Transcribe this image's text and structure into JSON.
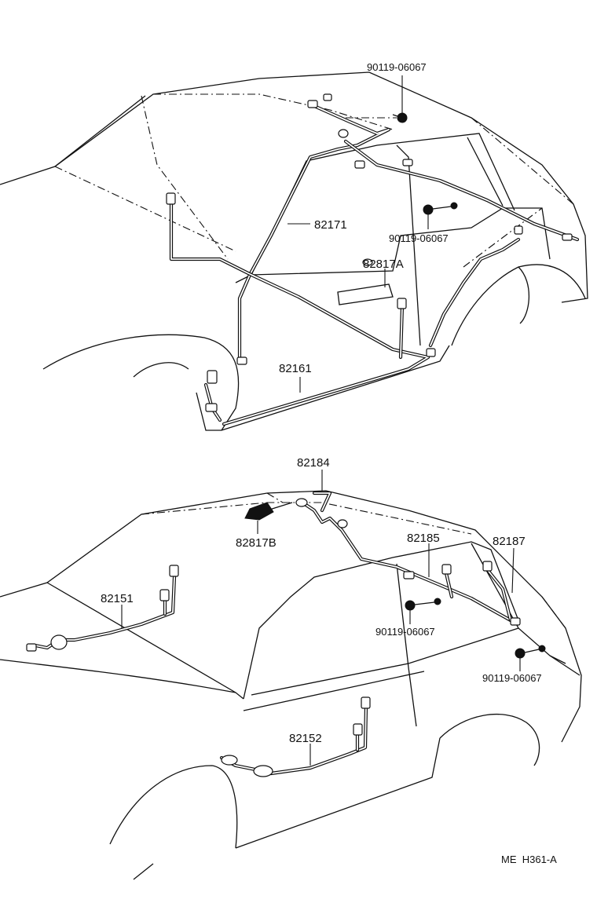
{
  "diagram": {
    "upper": {
      "labels": {
        "bolt_top": "90119-06067",
        "part_82171": "82171",
        "bolt_mid": "90119-06067",
        "part_82817a": "82817A",
        "part_82161": "82161"
      }
    },
    "lower": {
      "labels": {
        "part_82184": "82184",
        "part_82817b": "82817B",
        "part_82185": "82185",
        "part_82187": "82187",
        "part_82151": "82151",
        "bolt_a": "90119-06067",
        "bolt_b": "90119-06067",
        "part_82152": "82152"
      }
    },
    "reference_code": "ME  H361-A"
  }
}
